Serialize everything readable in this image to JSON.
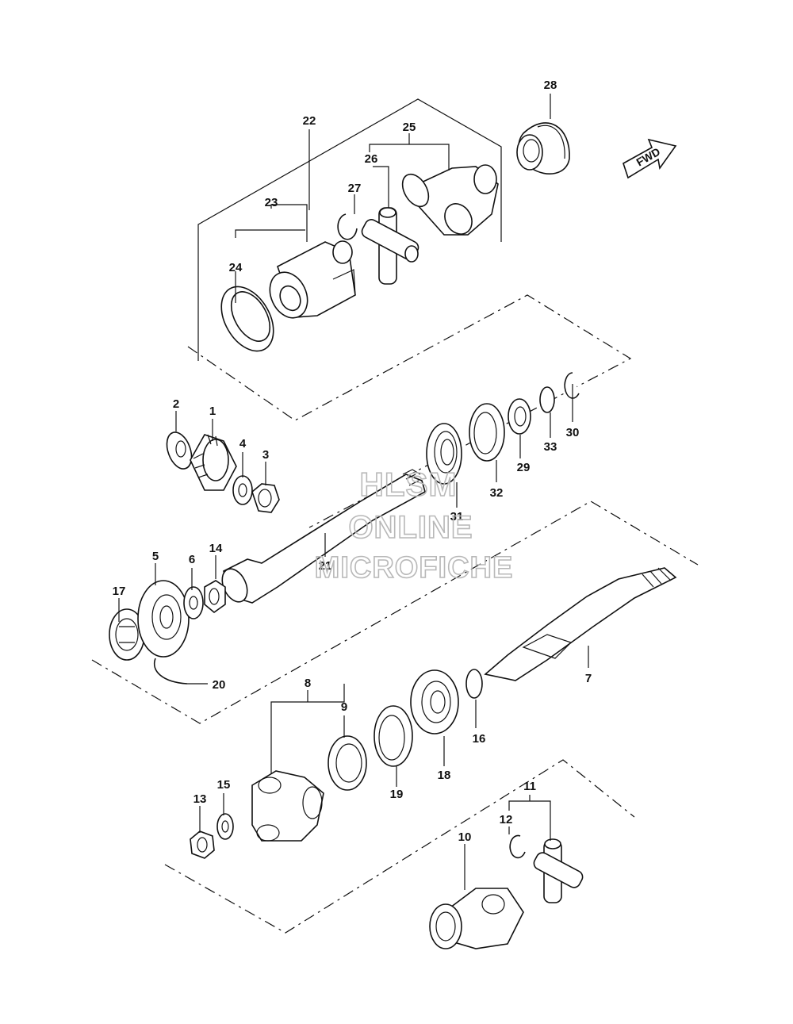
{
  "fwd_label": "FWD",
  "watermark": {
    "line1": "HLSM",
    "line2": "ONLINE",
    "line3": "MICROFICHE"
  },
  "callouts": {
    "c1": "1",
    "c2": "2",
    "c3": "3",
    "c4": "4",
    "c5": "5",
    "c6": "6",
    "c7": "7",
    "c8": "8",
    "c9": "9",
    "c10": "10",
    "c11": "11",
    "c12": "12",
    "c13": "13",
    "c14": "14",
    "c15": "15",
    "c16": "16",
    "c17": "17",
    "c18": "18",
    "c19": "19",
    "c20": "20",
    "c21": "21",
    "c22": "22",
    "c23": "23",
    "c24": "24",
    "c25": "25",
    "c26": "26",
    "c27": "27",
    "c28": "28",
    "c29": "29",
    "c30": "30",
    "c31": "31",
    "c32": "32",
    "c33": "33"
  }
}
